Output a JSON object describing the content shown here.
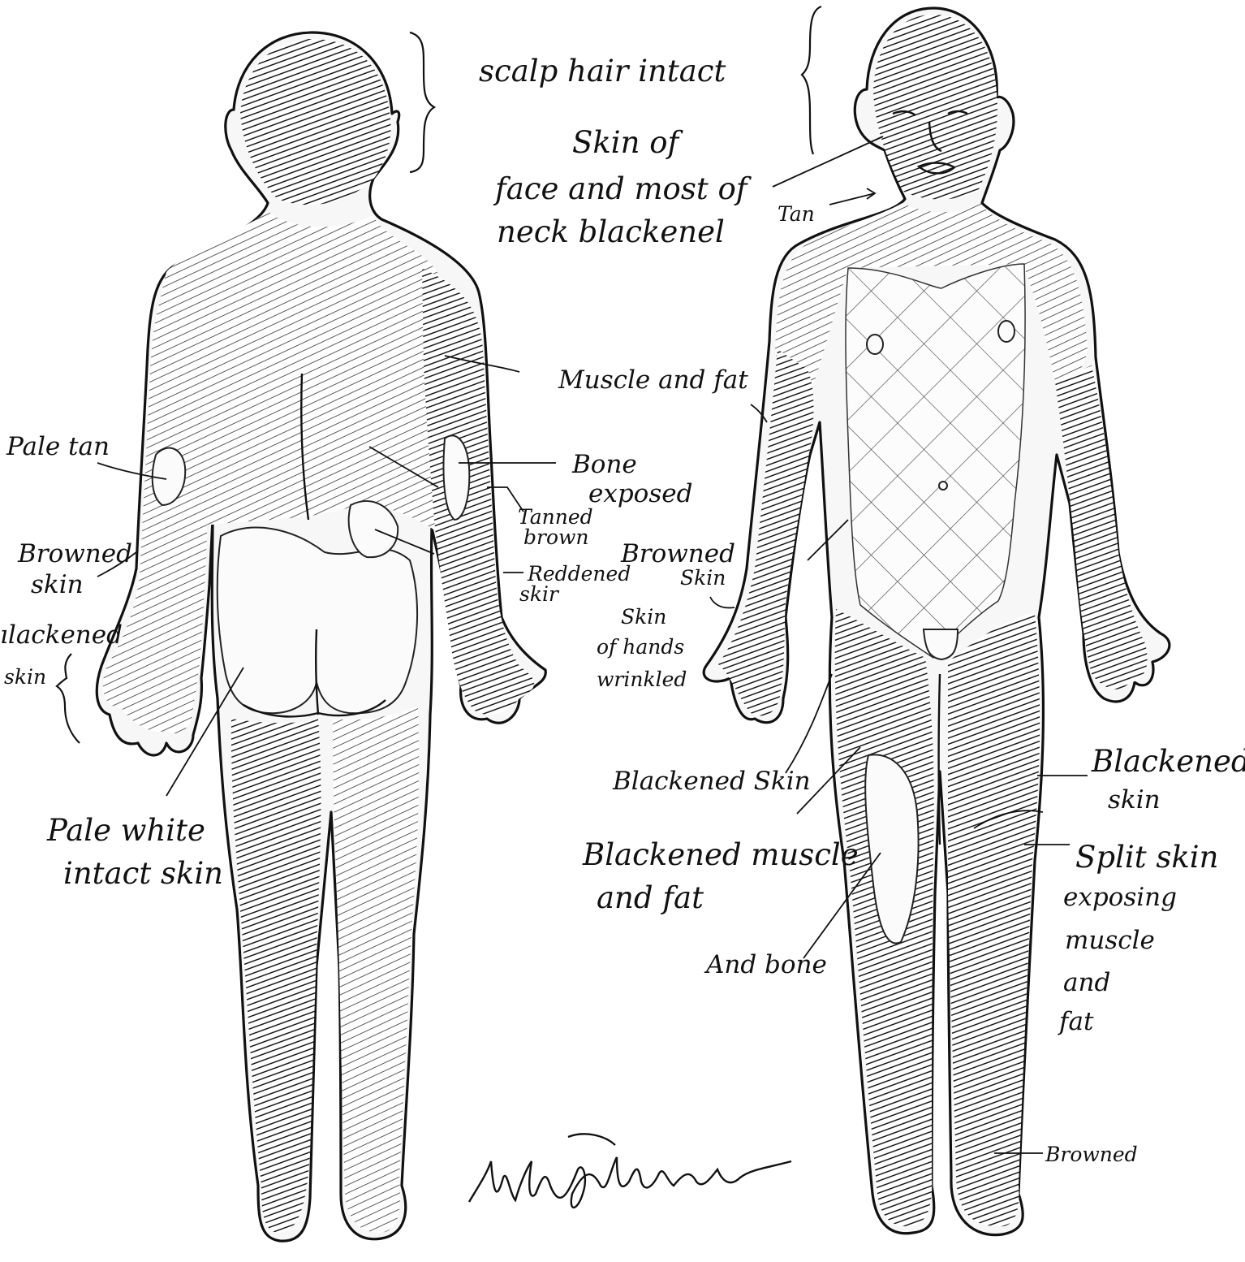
{
  "labels": {
    "scalp": "scalp hair intact",
    "face_l1": "Skin of",
    "face_l2": "face and most of",
    "face_l3": "neck blackenel",
    "tan": "Tan",
    "muscle_fat": "Muscle and fat",
    "pale_tan": "Pale tan",
    "bone_l1": "Bone",
    "bone_l2": "exposed",
    "tanned_l1": "Tanned",
    "tanned_l2": "brown",
    "browned_l1": "Browned",
    "browned_l2": "skin",
    "reddened_l1": "Reddened",
    "reddened_l2": "skir",
    "browned_mid_l1": "Browned",
    "browned_mid_l2": "Skin",
    "hands_l1": "Skin",
    "hands_l2": "of hands",
    "hands_l3": "wrinkled",
    "blackened_left_l1": "ılackened",
    "blackened_left_l2": "skin",
    "pale_white_l1": "Pale white",
    "pale_white_l2": "intact skin",
    "blackened_skin_mid": "Blackened Skin",
    "blackened_muscle_l1": "Blackened muscle",
    "blackened_muscle_l2": "and fat",
    "and_bone": "And bone",
    "blackened_right_l1": "Blackened",
    "blackened_right_l2": "skin",
    "split_l1": "Split skin",
    "split_l2": "exposing",
    "split_l3": "muscle",
    "split_l4": "and",
    "split_l5": "fat",
    "browned_foot": "Browned"
  },
  "signature": "MGG Gilliland",
  "colors": {
    "ink": "#111111",
    "paper": "#ffffff"
  }
}
